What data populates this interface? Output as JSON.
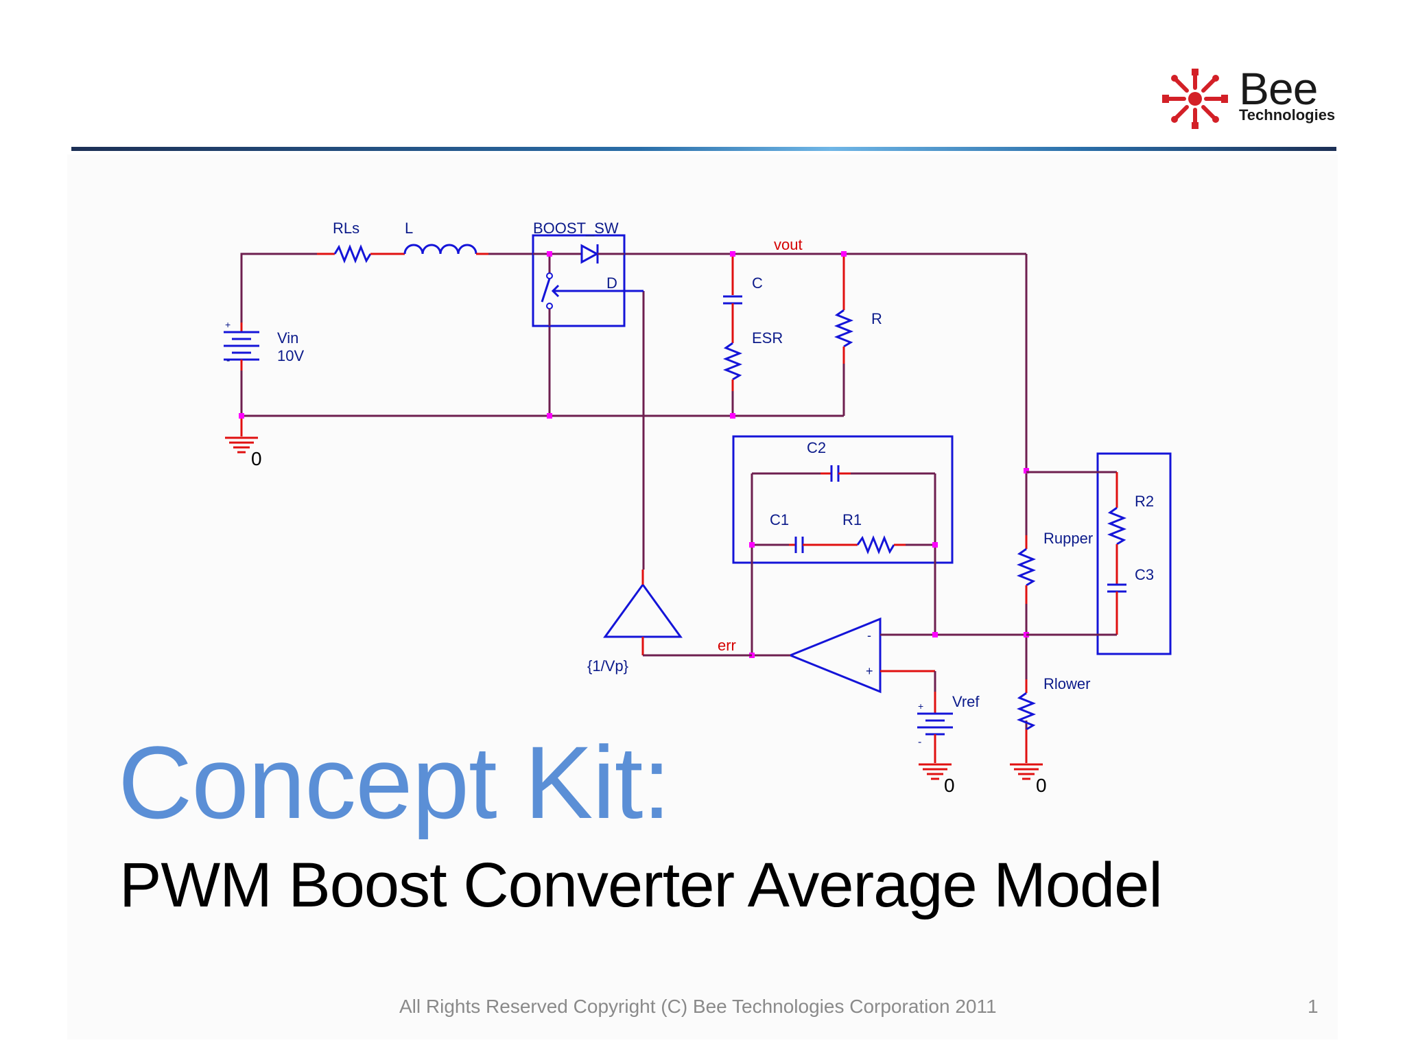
{
  "logo": {
    "name": "Bee",
    "tagline": "Technologies",
    "icon": "bee-star-logo-icon",
    "color": "#d32027"
  },
  "schematic": {
    "labels": {
      "rls": "RLs",
      "l": "L",
      "boost_sw": "BOOST_SW",
      "vout": "vout",
      "d": "D",
      "c": "C",
      "esr": "ESR",
      "r": "R",
      "vin": "Vin",
      "vin_value": "10V",
      "gnd_vin": "0",
      "c2": "C2",
      "c1": "C1",
      "r1": "R1",
      "r2": "R2",
      "c3": "C3",
      "rupper": "Rupper",
      "rlower": "Rlower",
      "err": "err",
      "gain": "{1/Vp}",
      "vref": "Vref",
      "gnd_vref": "0",
      "gnd_rlower": "0",
      "plus": "+",
      "minus": "-"
    },
    "colors": {
      "wire": "#6e1f4f",
      "component": "#1414d8",
      "lead": "#e01010",
      "node": "#ff00ff",
      "net_label": "#d40000"
    }
  },
  "title": "Concept Kit:",
  "subtitle": "PWM Boost Converter Average Model",
  "footer": "All Rights Reserved Copyright (C) Bee Technologies Corporation 2011",
  "page_number": "1",
  "colors": {
    "title": "#5b8fd6",
    "footer": "#8a8a8a"
  }
}
